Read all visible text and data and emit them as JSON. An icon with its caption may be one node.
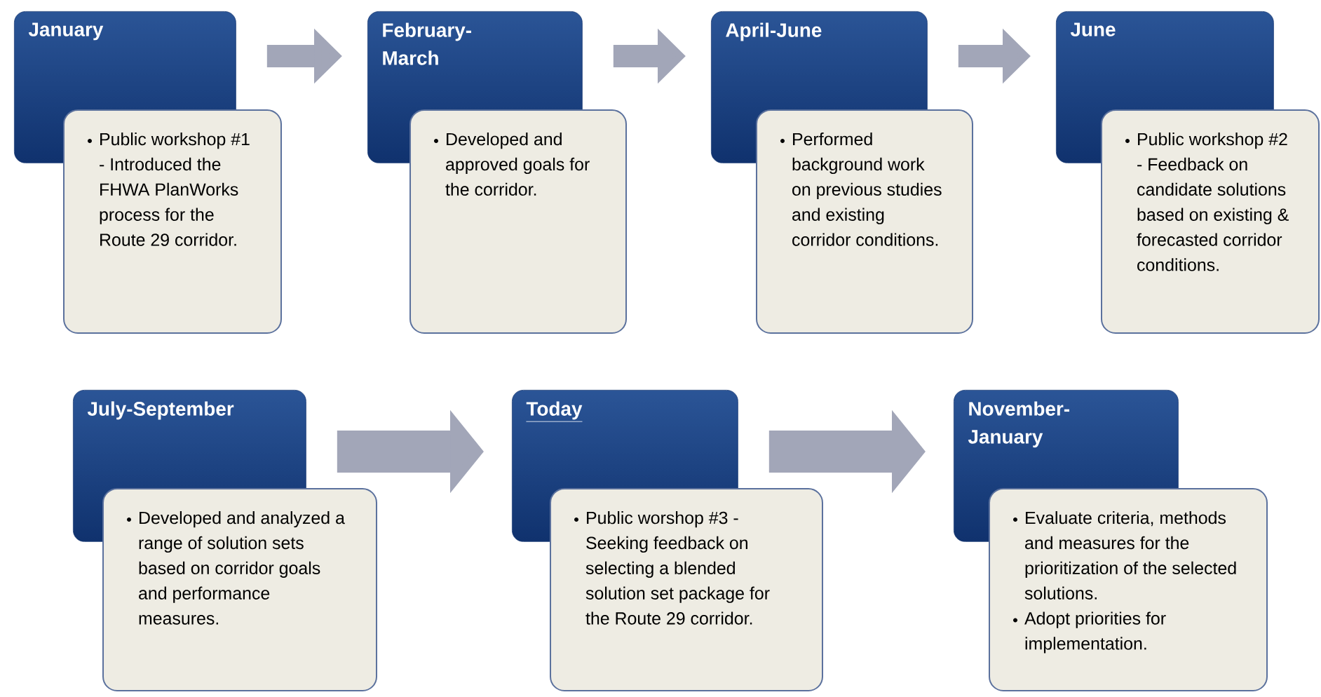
{
  "diagram": {
    "nodes": [
      {
        "text": [
          "January"
        ]
      },
      {
        "text": [
          "Public workshop #1 - Introduced the FHWA PlanWorks process for the Route 29 corridor."
        ]
      },
      {
        "text": [
          "February-March"
        ]
      },
      {
        "text": [
          "Developed and approved goals for the corridor."
        ]
      },
      {
        "text": [
          "April-June"
        ]
      },
      {
        "text": [
          "Performed background work on previous studies and existing corridor conditions."
        ]
      },
      {
        "text": [
          "June"
        ]
      },
      {
        "text": [
          "Public workshop #2 - Feedback on candidate solutions based on existing & forecasted corridor conditions."
        ]
      },
      {
        "text": [
          "July-September"
        ]
      },
      {
        "text": [
          "Developed and analyzed a range of solution sets based on corridor goals and performance measures."
        ]
      },
      {
        "text": [
          "Today"
        ]
      },
      {
        "text": [
          "Public worshop #3 - Seeking feedback on selecting a blended solution set package for the Route 29 corridor."
        ]
      },
      {
        "text": [
          "November-January"
        ]
      },
      {
        "text": [
          "Evaluate criteria, methods and measures for the prioritization of the selected solutions.",
          "Adopt priorities for implementation."
        ]
      }
    ],
    "edges": [
      {
        "from": 0,
        "to": 2,
        "arrow": "to"
      },
      {
        "from": 2,
        "to": 4,
        "arrow": "to"
      },
      {
        "from": 4,
        "to": 6,
        "arrow": "to"
      },
      {
        "from": 8,
        "to": 10,
        "arrow": "to",
        "style": "thick"
      },
      {
        "from": 10,
        "to": 12,
        "arrow": "to",
        "style": "thick"
      }
    ]
  }
}
